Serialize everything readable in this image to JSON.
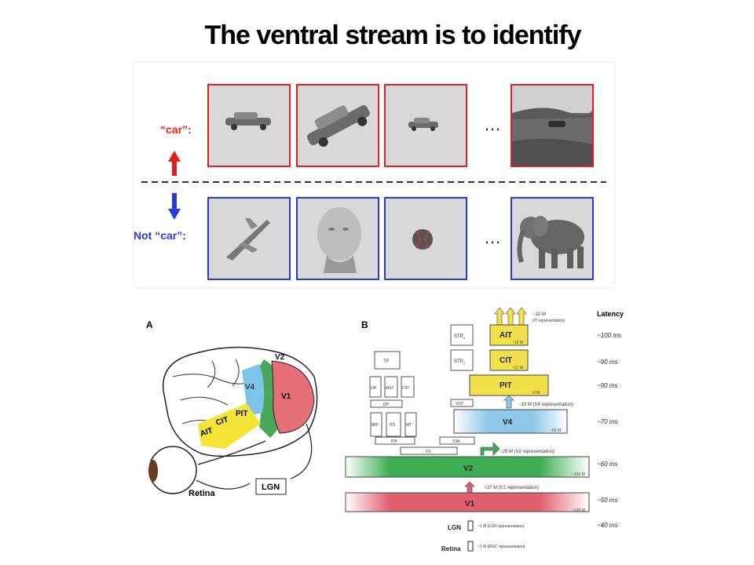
{
  "title": "The ventral stream is to identify",
  "top_panel": {
    "car_label": "“car”:",
    "notcar_label": "Not “car”:",
    "ellipsis": "…",
    "colors": {
      "car": "#e02020",
      "notcar": "#2a3ad8",
      "panel": "#d9d9d9"
    }
  },
  "panel_a": {
    "letter": "A",
    "regions": [
      "V2",
      "V4",
      "V1",
      "PIT",
      "CIT",
      "AIT"
    ],
    "lgn": "LGN",
    "retina": "Retina"
  },
  "panel_b": {
    "letter": "B",
    "latency_header": "Latency",
    "small_boxes": [
      "TF",
      "LIP",
      "MST",
      "FST",
      "DP",
      "MIP",
      "PO",
      "MT",
      "PIP",
      "V3",
      "V3A",
      "VOT"
    ],
    "stp_a": "STP",
    "stp_a_sub": "a",
    "stp_p": "STP",
    "stp_p_sub": "p",
    "stages": [
      {
        "name": "AIT",
        "size": "~10 M",
        "latency": "~100 ms"
      },
      {
        "name": "CIT",
        "size": "~17 M",
        "latency": "~90 ms"
      },
      {
        "name": "PIT",
        "size": "~9 M",
        "latency": "~90 ms"
      },
      {
        "name": "V4",
        "size": "~60 M",
        "latency": "~70 ms"
      },
      {
        "name": "V2",
        "size": "~150 M",
        "latency": "~60 ms"
      },
      {
        "name": "V1",
        "size": "~190 M",
        "latency": "~50 ms"
      },
      {
        "name": "LGN",
        "latency": "~40 ms"
      },
      {
        "name": "Retina"
      }
    ],
    "annotations": {
      "it": "~10 M",
      "it_sub": "(IT representation)",
      "v4": "~15 M (V4 representation)",
      "v2": "~29 M (V2 representation)",
      "v1": "~37 M (V1 representation)",
      "lgn": "~1 M (LGN representation)",
      "rgc": "~1 M (RGC representation)"
    },
    "colors": {
      "it": "#f2e04a",
      "v4": "#8fc8e8",
      "v2": "#3fae55",
      "v1": "#e06070"
    }
  }
}
